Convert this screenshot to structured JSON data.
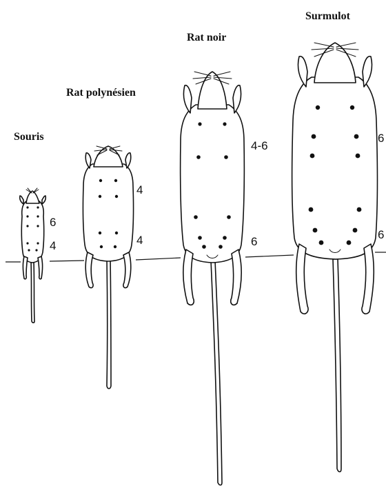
{
  "species": [
    {
      "id": "souris",
      "name": "Souris",
      "teat_counts": [
        "6",
        "4"
      ]
    },
    {
      "id": "rat-polynesien",
      "name": "Rat polynésien",
      "teat_counts": [
        "4",
        "4"
      ]
    },
    {
      "id": "rat-noir",
      "name": "Rat noir",
      "teat_counts": [
        "4-6",
        "6"
      ]
    },
    {
      "id": "surmulot",
      "name": "Surmulot",
      "teat_counts": [
        "6",
        "6"
      ]
    }
  ]
}
